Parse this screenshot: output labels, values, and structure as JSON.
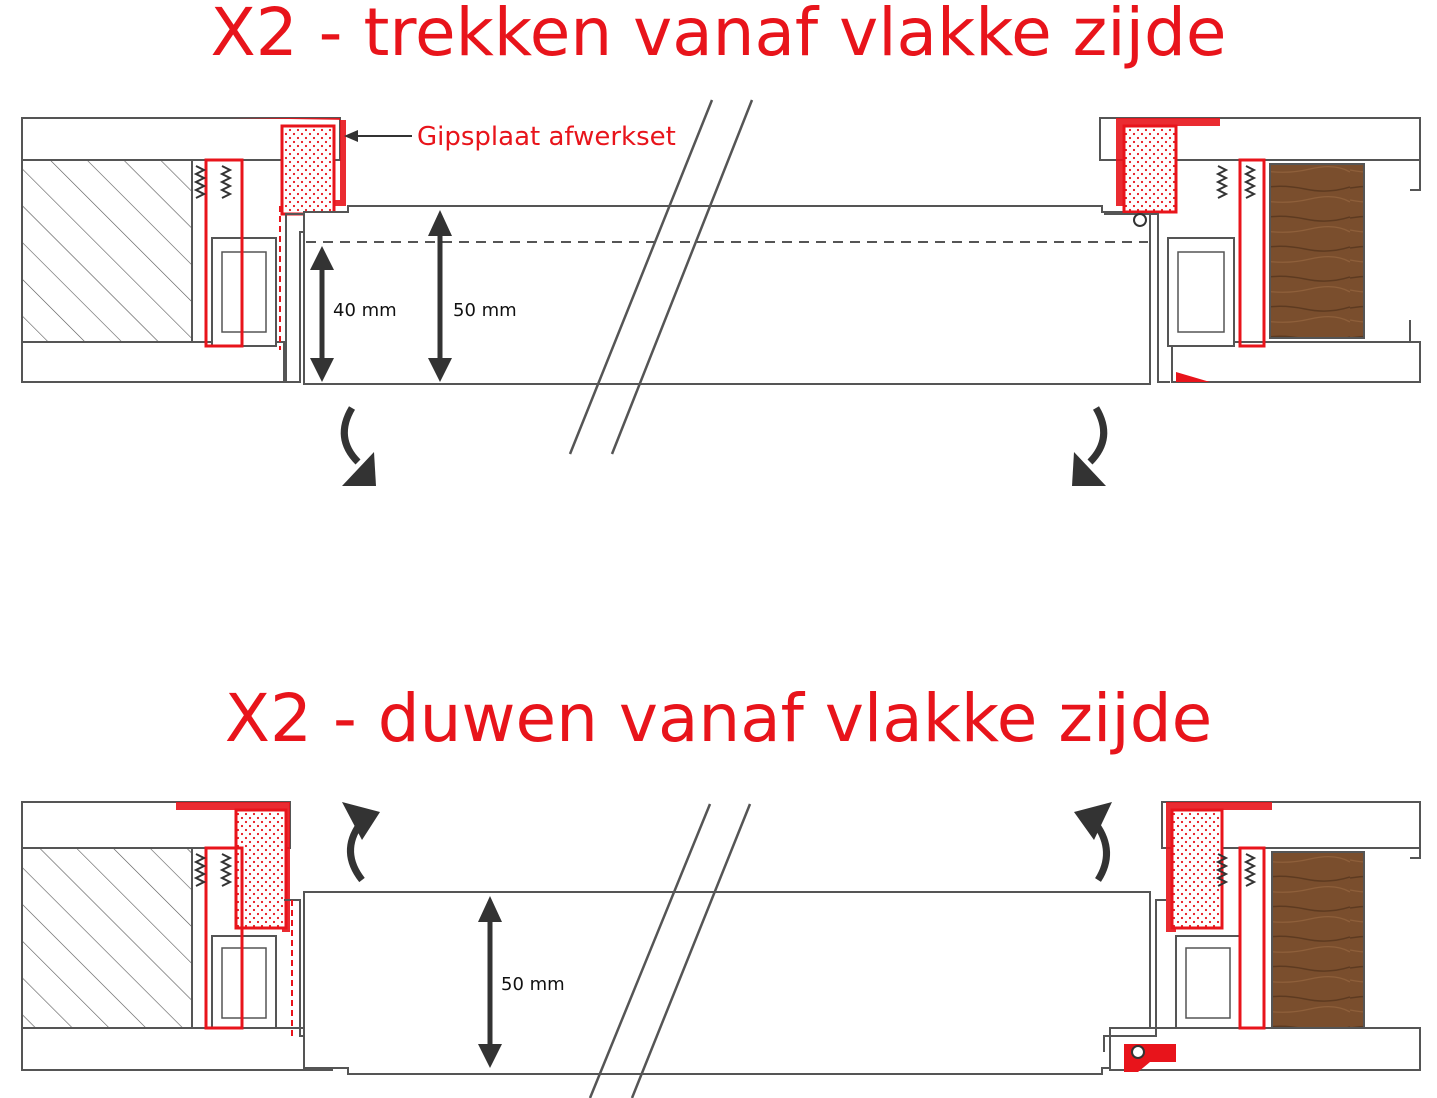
{
  "colors": {
    "accent_red": "#e8141b",
    "line": "#555555",
    "dark": "#333333",
    "wood": "#7a4e2d",
    "wood_dark": "#5d3a20"
  },
  "titles": {
    "top": "X2 - trekken vanaf vlakke zijde",
    "bottom": "X2 - duwen vanaf vlakke zijde"
  },
  "labels": {
    "gipsplaat": "Gipsplaat afwerkset",
    "dim_40": "40 mm",
    "dim_50_top": "50 mm",
    "dim_50_bottom": "50 mm"
  },
  "icons": {
    "rotation_arrows": [
      "curved-arrow-down-left",
      "curved-arrow-down-right",
      "curved-arrow-up-left",
      "curved-arrow-up-right"
    ]
  }
}
